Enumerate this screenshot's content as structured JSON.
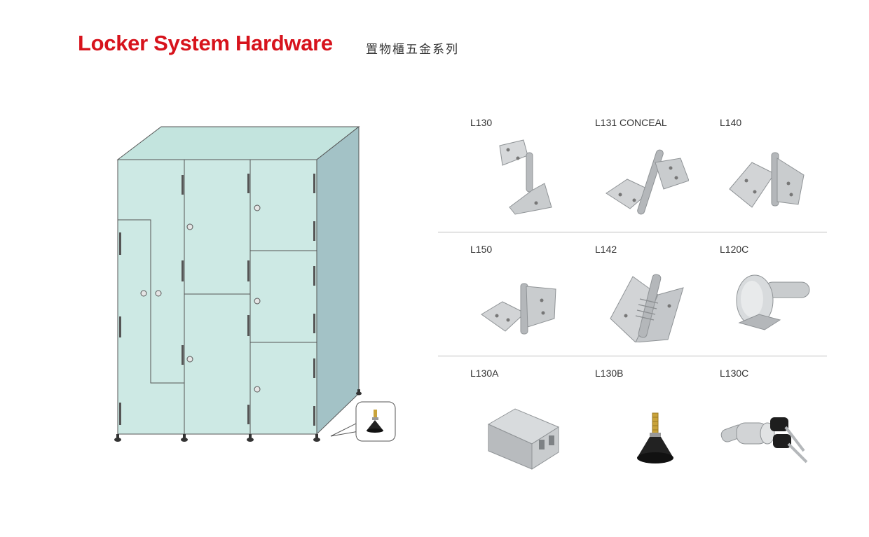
{
  "header": {
    "title": "Locker System Hardware",
    "subtitle": "置物櫃五金系列"
  },
  "products": [
    {
      "code": "L130",
      "icon": "flag-hinge-icon"
    },
    {
      "code": "L131 CONCEAL",
      "icon": "concealed-hinge-icon"
    },
    {
      "code": "L140",
      "icon": "cranked-hinge-icon"
    },
    {
      "code": "L150",
      "icon": "lift-off-hinge-icon"
    },
    {
      "code": "L142",
      "icon": "spring-hinge-icon"
    },
    {
      "code": "L120C",
      "icon": "cam-lock-icon"
    },
    {
      "code": "L130A",
      "icon": "aluminium-profile-icon"
    },
    {
      "code": "L130B",
      "icon": "adjustable-foot-icon"
    },
    {
      "code": "L130C",
      "icon": "key-lock-icon"
    }
  ],
  "colors": {
    "title": "#d7131c",
    "locker_front": "#cde9e4",
    "locker_top": "#c3e4de",
    "locker_side": "#a3c2c6",
    "metal": "#c9ccce"
  }
}
